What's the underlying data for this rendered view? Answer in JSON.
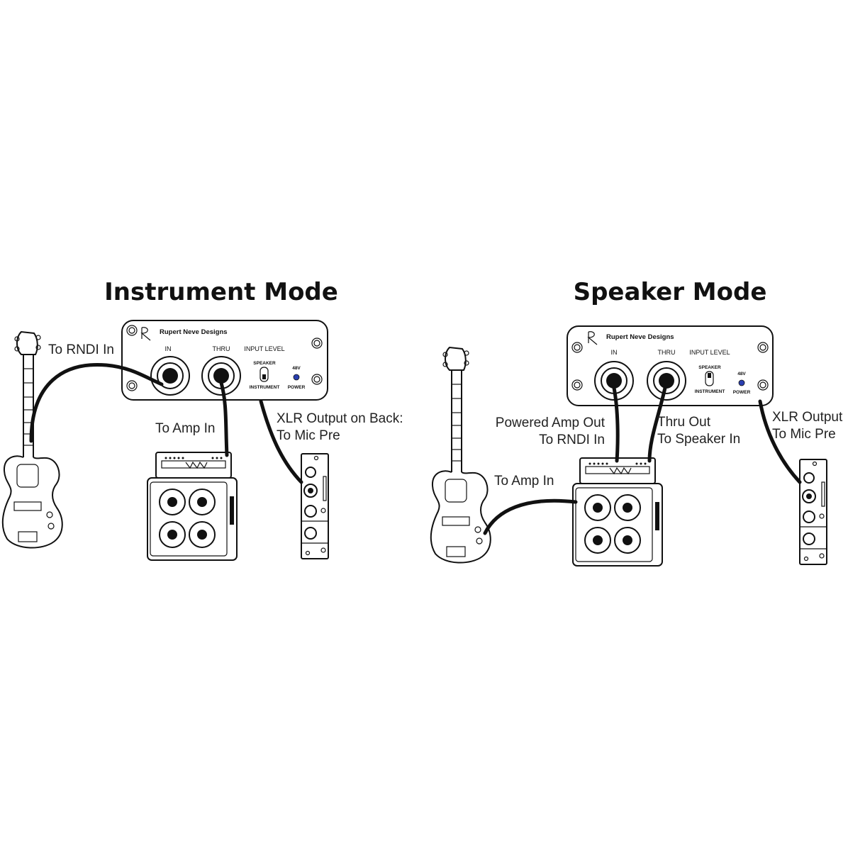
{
  "modes": [
    {
      "title": "Instrument Mode",
      "di_box": {
        "brand": "Rupert Neve Designs",
        "in_label": "IN",
        "thru_label": "THRU",
        "input_level_label": "INPUT LEVEL",
        "speaker_label": "SPEAKER",
        "instrument_label": "INSTRUMENT",
        "phantom_label": "48V",
        "power_label": "POWER"
      },
      "labels": {
        "to_rndi_in": "To RNDI In",
        "to_amp_in": "To Amp In",
        "xlr_line1": "XLR Output on Back:",
        "xlr_line2": "To Mic Pre"
      }
    },
    {
      "title": "Speaker Mode",
      "di_box": {
        "brand": "Rupert Neve Designs",
        "in_label": "IN",
        "thru_label": "THRU",
        "input_level_label": "INPUT LEVEL",
        "speaker_label": "SPEAKER",
        "instrument_label": "INSTRUMENT",
        "phantom_label": "48V",
        "power_label": "POWER"
      },
      "labels": {
        "powered_amp_line1": "Powered Amp Out",
        "powered_amp_line2": "To RNDI In",
        "thru_out_line1": "Thru Out",
        "thru_out_line2": "To Speaker In",
        "to_amp_in": "To Amp In",
        "xlr_line1": "XLR Output",
        "xlr_line2": "To Mic Pre"
      }
    }
  ],
  "colors": {
    "ink": "#111111",
    "led": "#2a3fb0",
    "background": "#ffffff"
  }
}
